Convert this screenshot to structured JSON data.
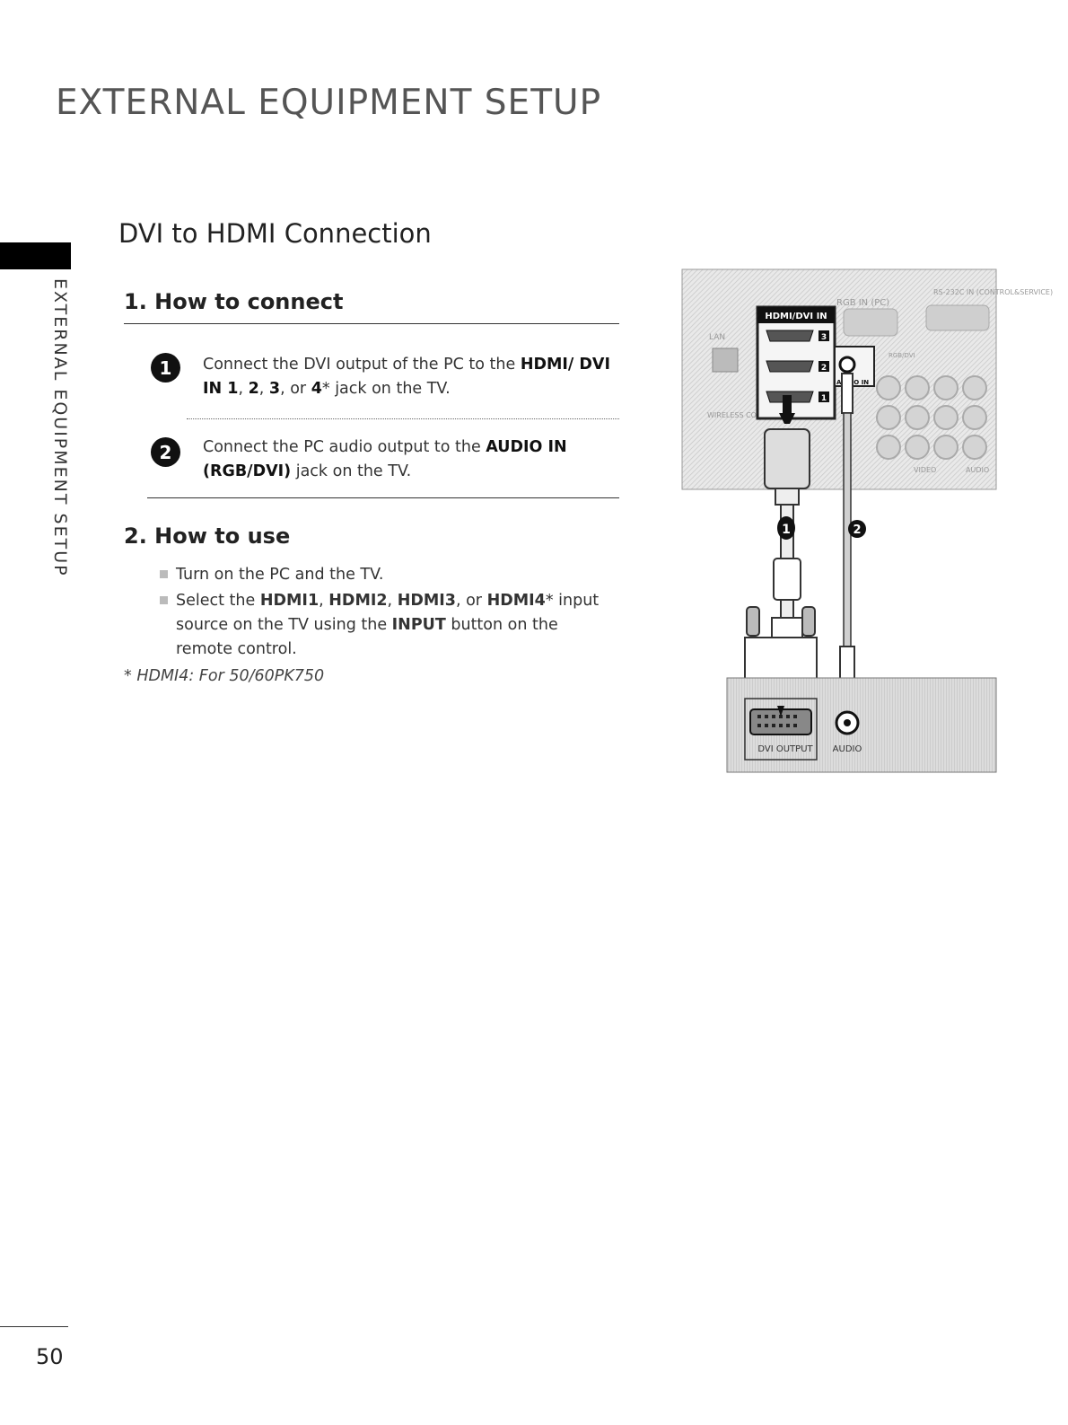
{
  "header": {
    "title": "EXTERNAL EQUIPMENT SETUP"
  },
  "side_tab": {
    "label": "EXTERNAL EQUIPMENT SETUP"
  },
  "section": {
    "title": "DVI to HDMI Connection"
  },
  "how_to_connect": {
    "title": "1. How to connect",
    "steps": [
      {
        "number": "1",
        "t1": "Connect the DVI output of the PC to the ",
        "b1": "HDMI/ DVI IN 1",
        "t2": ", ",
        "b2": "2",
        "t3": ", ",
        "b3": "3",
        "t4": ", or ",
        "b4": "4",
        "t5": "* jack on the TV."
      },
      {
        "number": "2",
        "t1": "Connect the PC audio output to the ",
        "b1": "AUDIO IN (RGB/DVI)",
        "t2": " jack on the TV."
      }
    ]
  },
  "how_to_use": {
    "title": "2. How to use",
    "items": [
      {
        "text": "Turn on the PC and the TV."
      },
      {
        "t1": "Select the ",
        "b1": "HDMI1",
        "t2": ", ",
        "b2": "HDMI2",
        "t3": ", ",
        "b3": "HDMI3",
        "t4": ", or ",
        "b4": "HDMI4",
        "t5": "* input source on the TV using the ",
        "b5": "INPUT",
        "t6": " button on the remote control."
      }
    ]
  },
  "footnote": "* HDMI4: For 50/60PK750",
  "diagram": {
    "tv_panel": {
      "hdmi_header": "HDMI/DVI IN",
      "hdmi_ports": [
        "3",
        "2",
        "1"
      ],
      "labels": {
        "rgb_in_pc": "RGB IN (PC)",
        "rs232c": "RS-232C IN (CONTROL&SERVICE)",
        "lan": "LAN",
        "wireless_control": "WIRELESS CONTROL",
        "rgb_dvi": "RGB/DVI",
        "audio_in": "AUDIO IN",
        "video": "VIDEO",
        "audio": "AUDIO"
      }
    },
    "pc_panel": {
      "dvi_output": "DVI OUTPUT",
      "audio": "AUDIO"
    },
    "callouts": [
      "1",
      "2"
    ]
  },
  "footer": {
    "page_number": "50"
  }
}
